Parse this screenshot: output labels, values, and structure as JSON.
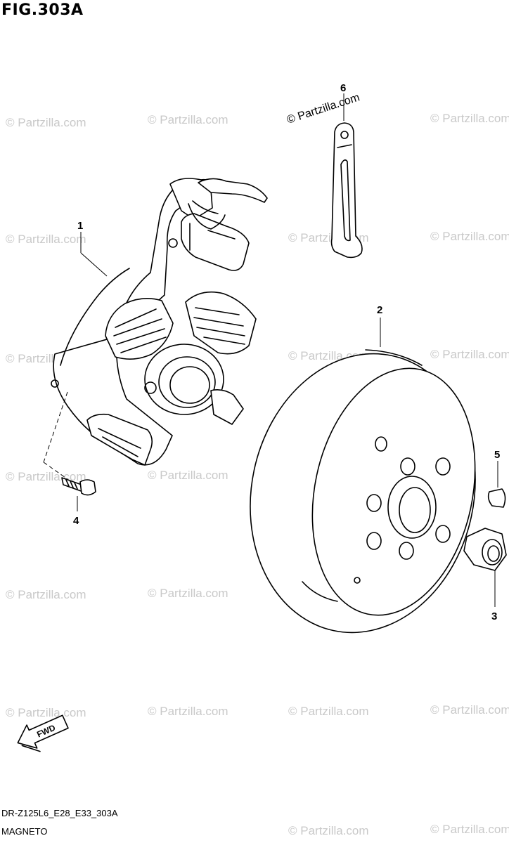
{
  "figure": {
    "title": "FIG.303A",
    "model_code": "DR-Z125L6_E28_E33_303A",
    "section_name": "MAGNETO"
  },
  "watermark": {
    "text": "© Partzilla.com"
  },
  "parts": [
    {
      "number": "1",
      "label": "1"
    },
    {
      "number": "2",
      "label": "2"
    },
    {
      "number": "3",
      "label": "3"
    },
    {
      "number": "4",
      "label": "4"
    },
    {
      "number": "5",
      "label": "5"
    },
    {
      "number": "6",
      "label": "6"
    }
  ],
  "direction_marker": {
    "text": "FWD"
  },
  "colors": {
    "line": "#000000",
    "watermark": "#c9c9c9",
    "background": "#ffffff"
  }
}
